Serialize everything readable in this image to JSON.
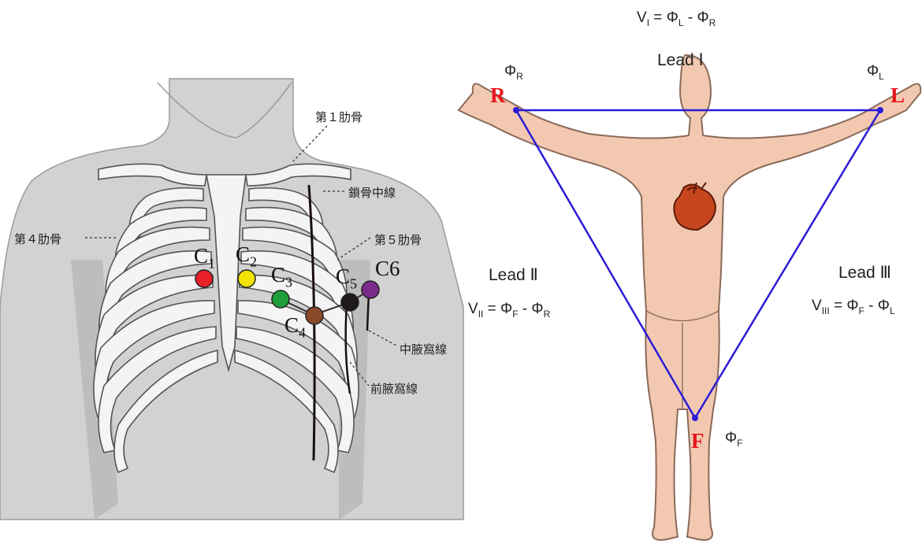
{
  "chest_diagram": {
    "annotations": {
      "rib1": "第１肋骨",
      "midclavicular": "鎖骨中線",
      "rib4": "第４肋骨",
      "rib5": "第５肋骨",
      "mid_axillary": "中腋窩線",
      "ant_axillary": "前腋窩線"
    },
    "electrodes": [
      {
        "letter": "C",
        "num": "1",
        "color": "#e8202a"
      },
      {
        "letter": "C",
        "num": "2",
        "color": "#f2e400"
      },
      {
        "letter": "C",
        "num": "3",
        "color": "#1f9e3c"
      },
      {
        "letter": "C",
        "num": "4",
        "color": "#8a4a2a"
      },
      {
        "letter": "C",
        "num": "5",
        "color": "#1e1a1a"
      },
      {
        "letter": "C",
        "num": "6",
        "color": "#7a2a8a"
      }
    ]
  },
  "einthoven": {
    "lead1": {
      "name": "Lead Ⅰ",
      "eq_v": "V",
      "eq_v_sub": "I",
      "eq_rhs": "Φ",
      "eq_rhs_sub1": "L",
      "eq_rhs_sub2": "R"
    },
    "lead2": {
      "name": "Lead Ⅱ",
      "eq_v": "V",
      "eq_v_sub": "II",
      "eq_rhs": "Φ",
      "eq_rhs_sub1": "F",
      "eq_rhs_sub2": "R"
    },
    "lead3": {
      "name": "Lead Ⅲ",
      "eq_v": "V",
      "eq_v_sub": "III",
      "eq_rhs": "Φ",
      "eq_rhs_sub1": "F",
      "eq_rhs_sub2": "L"
    },
    "limbs": {
      "R": "R",
      "L": "L",
      "F": "F"
    },
    "potentials": {
      "phi": "Φ",
      "R": "R",
      "L": "L",
      "F": "F"
    },
    "colors": {
      "triangle": "#2b1bd6",
      "limb_letter": "#e8141a",
      "skin": "#f2c9b0",
      "skin_edge": "#8a6a5a",
      "heart": "#c8461e"
    }
  }
}
